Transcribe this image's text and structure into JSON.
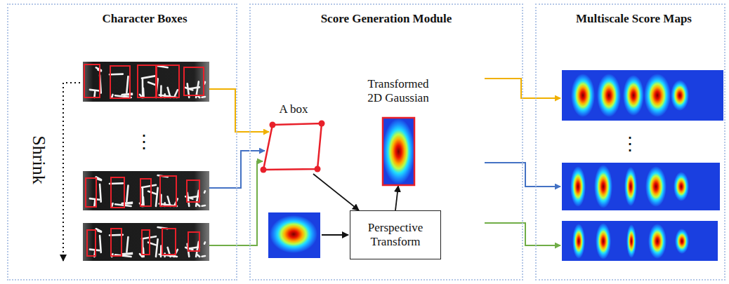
{
  "diagram": {
    "nodes": [
      {
        "text": [
          "Character Boxes"
        ]
      },
      {
        "text": [
          "Score Generation Module"
        ]
      },
      {
        "text": [
          "A box"
        ],
        "in": 1
      },
      {
        "text": [
          "Transformed 2D Gaussian"
        ],
        "in": 1
      },
      {
        "text": [
          "Perspective Transform"
        ],
        "in": 1
      },
      {
        "text": [
          "Multiscale Score Maps"
        ]
      }
    ],
    "edges": [
      {
        "from": 2,
        "to": 4,
        "arrow": "to"
      },
      {
        "from": 4,
        "to": 3,
        "arrow": "to"
      }
    ],
    "labels": [
      "Shrink",
      "⋮",
      "⋮"
    ]
  }
}
